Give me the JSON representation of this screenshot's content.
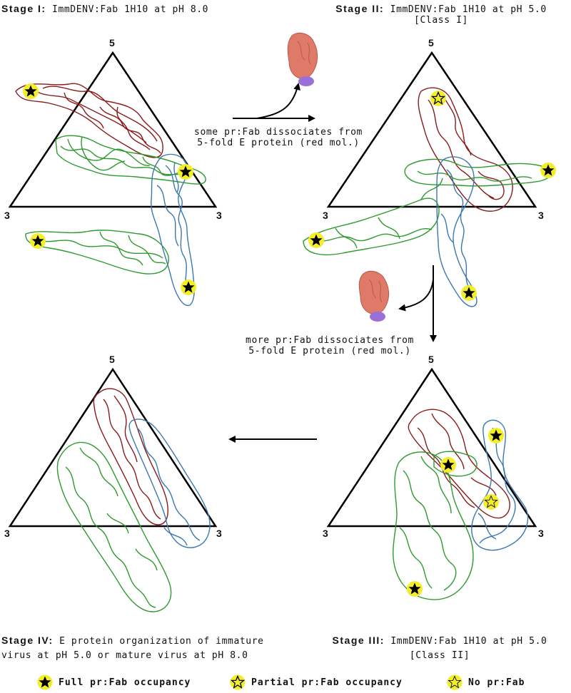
{
  "stage1": {
    "label": "Stage I:",
    "text": "ImmDENV:Fab 1H10 at pH 8.0"
  },
  "stage2": {
    "label": "Stage II:",
    "text": "ImmDENV:Fab 1H10 at pH 5.0",
    "class": "[Class I]"
  },
  "stage3": {
    "label": "Stage III:",
    "text": "ImmDENV:Fab 1H10 at pH 5.0",
    "class": "[Class II]"
  },
  "stage4": {
    "label": "Stage IV:",
    "text": "E protein organization of immature",
    "text2": "virus at pH 5.0 or mature virus at pH 8.0"
  },
  "arrow1": {
    "line1": "some pr:Fab dissociates from",
    "line2": "5-fold E protein (red mol.)"
  },
  "arrow2": {
    "line1": "more pr:Fab dissociates from",
    "line2": "5-fold E protein (red mol.)"
  },
  "vertex": {
    "five": "5",
    "three": "3"
  },
  "legend": {
    "full": "Full pr:Fab occupancy",
    "partial": "Partial pr:Fab occupancy",
    "none": "No pr:Fab"
  },
  "colors": {
    "red_molecule": "#8b1a1a",
    "green_molecule": "#2e9a2e",
    "blue_molecule": "#3a78b0",
    "star_halo": "#f2ee2a",
    "fab_body": "#e07a68",
    "fab_pr": "#9a70d8"
  }
}
